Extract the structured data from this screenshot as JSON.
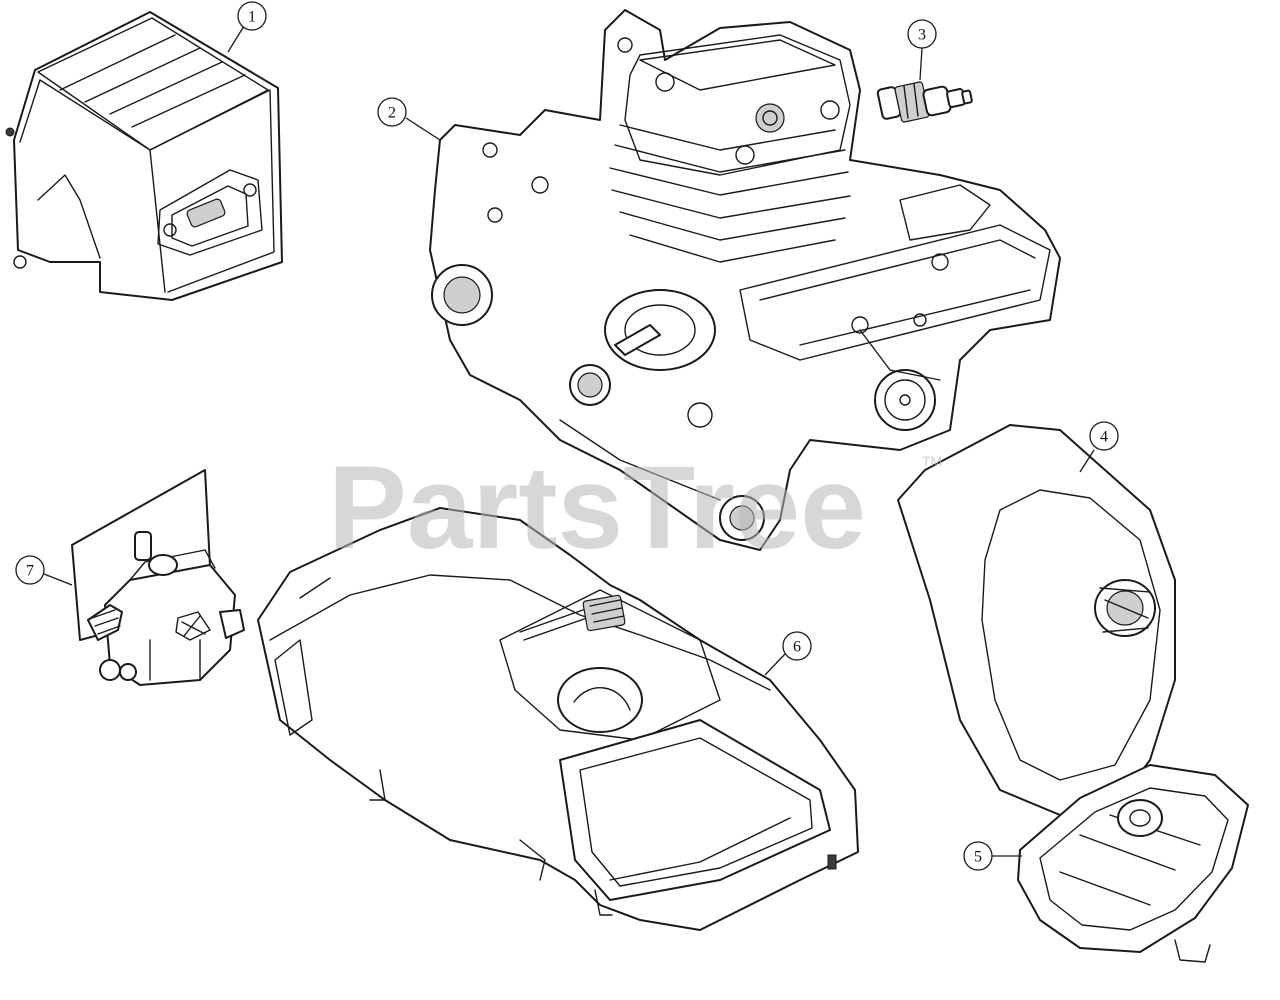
{
  "watermark": {
    "text": "PartsTree",
    "trademark": "TM"
  },
  "callouts": [
    {
      "label": "1"
    },
    {
      "label": "2"
    },
    {
      "label": "3"
    },
    {
      "label": "4"
    },
    {
      "label": "5"
    },
    {
      "label": "6"
    },
    {
      "label": "7"
    }
  ]
}
